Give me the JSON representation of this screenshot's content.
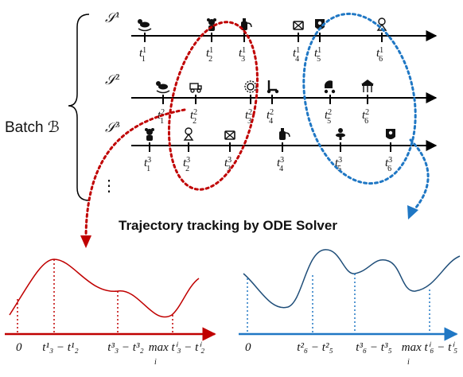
{
  "batch_label": "Batch ℬ",
  "sequences": [
    {
      "name": "𝒮",
      "index": "1",
      "events": [
        {
          "t": "t",
          "sup": "1",
          "sub": "1",
          "icon": "rocking-horse"
        },
        {
          "t": "t",
          "sup": "1",
          "sub": "2",
          "icon": "teddy-bear"
        },
        {
          "t": "t",
          "sup": "1",
          "sub": "3",
          "icon": "baby-bottle"
        },
        {
          "t": "t",
          "sup": "1",
          "sub": "4",
          "icon": "toy-drum"
        },
        {
          "t": "t",
          "sup": "1",
          "sub": "5",
          "icon": "bib"
        },
        {
          "t": "t",
          "sup": "1",
          "sub": "6",
          "icon": "toy-doll"
        }
      ]
    },
    {
      "name": "𝒮",
      "index": "2",
      "events": [
        {
          "t": "t",
          "sup": "2",
          "sub": "1",
          "icon": "rocking-horse"
        },
        {
          "t": "t",
          "sup": "2",
          "sub": "2",
          "icon": "toy-truck"
        },
        {
          "t": "t",
          "sup": "2",
          "sub": "3",
          "icon": "lion-toy"
        },
        {
          "t": "t",
          "sup": "2",
          "sub": "4",
          "icon": "scooter"
        },
        {
          "t": "t",
          "sup": "2",
          "sub": "5",
          "icon": "stroller"
        },
        {
          "t": "t",
          "sup": "2",
          "sub": "6",
          "icon": "carousel"
        }
      ]
    },
    {
      "name": "𝒮",
      "index": "3",
      "events": [
        {
          "t": "t",
          "sup": "3",
          "sub": "1",
          "icon": "teddy-bear"
        },
        {
          "t": "t",
          "sup": "3",
          "sub": "2",
          "icon": "toy-doll"
        },
        {
          "t": "t",
          "sup": "3",
          "sub": "3",
          "icon": "toy-drum"
        },
        {
          "t": "t",
          "sup": "3",
          "sub": "4",
          "icon": "baby-bottle"
        },
        {
          "t": "t",
          "sup": "3",
          "sub": "5",
          "icon": "pacifier"
        },
        {
          "t": "t",
          "sup": "3",
          "sub": "6",
          "icon": "bib"
        }
      ]
    }
  ],
  "ellipsis": "⋮",
  "caption": "Trajectory tracking by ODE Solver",
  "red_plot": {
    "color": "#c00000",
    "ticks": [
      "0",
      "t¹₃ − t¹₂",
      "t³₃ − t³₂",
      "max tⁱ₃ − tⁱ₂"
    ],
    "max_word": "max",
    "max_sub": "i"
  },
  "blue_plot": {
    "color": "#1f77c4",
    "ticks": [
      "0",
      "t²₆ − t²₅",
      "t³₆ − t³₅",
      "max tⁱ₆ − tⁱ₅"
    ],
    "max_word": "max",
    "max_sub": "i"
  }
}
